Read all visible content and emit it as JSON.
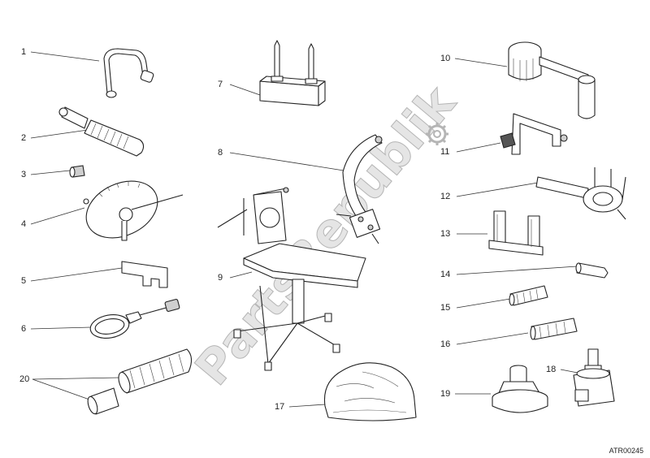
{
  "diagram": {
    "type": "exploded parts diagram",
    "reference_code": "ATR00245",
    "watermark": "PartsRepublik",
    "callouts": [
      "1",
      "2",
      "3",
      "4",
      "5",
      "6",
      "7",
      "8",
      "9",
      "10",
      "11",
      "12",
      "13",
      "14",
      "15",
      "16",
      "17",
      "18",
      "19",
      "20"
    ]
  }
}
